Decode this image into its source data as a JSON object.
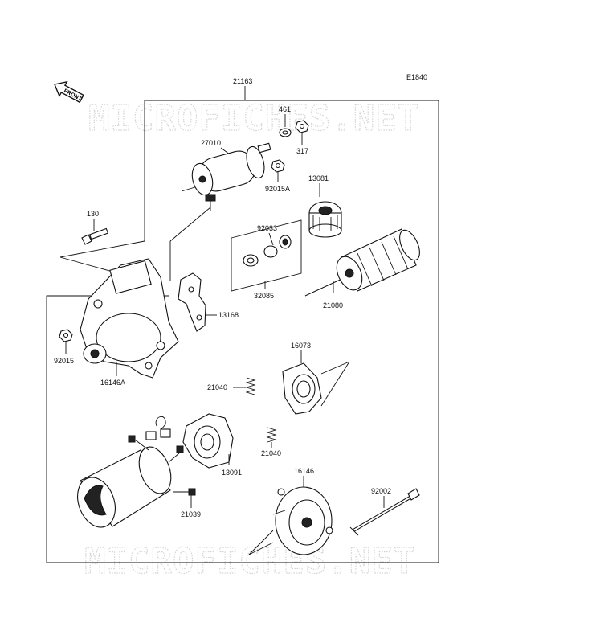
{
  "diagram_code": "E1840",
  "front_label": "FRONT",
  "watermark": "MICROFICHES.NET",
  "parts": {
    "p21163": "21163",
    "p461": "461",
    "p317": "317",
    "p27010": "27010",
    "p92015A": "92015A",
    "p13081": "13081",
    "p130": "130",
    "p92033": "92033",
    "p32085": "32085",
    "p21080": "21080",
    "p13168": "13168",
    "p92015": "92015",
    "p16146A": "16146A",
    "p16073": "16073",
    "p21040a": "21040",
    "p21040b": "21040",
    "p13091": "13091",
    "p21039": "21039",
    "p16146": "16146",
    "p92002": "92002"
  }
}
